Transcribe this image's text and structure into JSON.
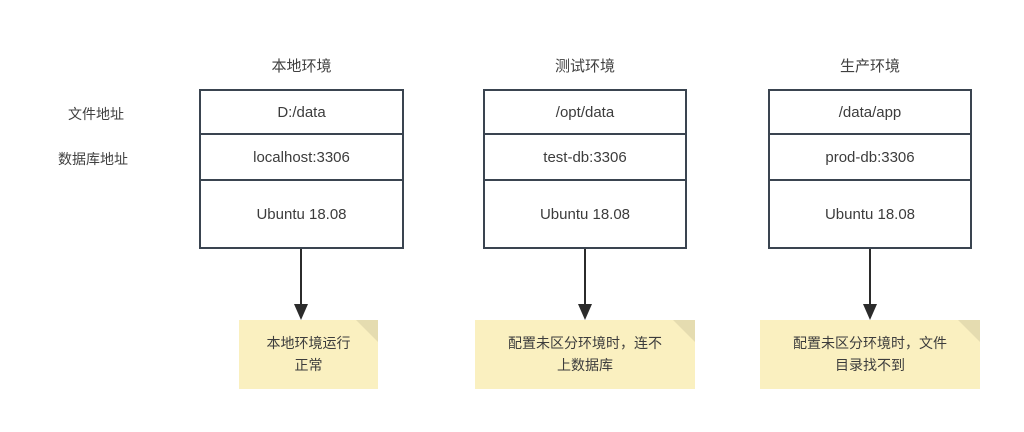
{
  "diagram": {
    "row_labels": [
      {
        "text": "文件地址"
      },
      {
        "text": "数据库地址"
      }
    ],
    "columns": [
      {
        "title": "本地环境",
        "file_path": "D:/data",
        "database": "localhost:3306",
        "os": "Ubuntu 18.08",
        "note": "本地环境运行\n正常"
      },
      {
        "title": "测试环境",
        "file_path": "/opt/data",
        "database": "test-db:3306",
        "os": "Ubuntu 18.08",
        "note": "配置未区分环境时，连不\n上数据库"
      },
      {
        "title": "生产环境",
        "file_path": "/data/app",
        "database": "prod-db:3306",
        "os": "Ubuntu 18.08",
        "note": "配置未区分环境时，文件\n目录找不到"
      }
    ],
    "colors": {
      "box_border": "#3a4450",
      "note_fill": "#faf0c0",
      "note_fold": "#e5dcb0",
      "arrow": "#2b2b2b",
      "text": "#3c3c3c",
      "background": "#ffffff"
    }
  }
}
